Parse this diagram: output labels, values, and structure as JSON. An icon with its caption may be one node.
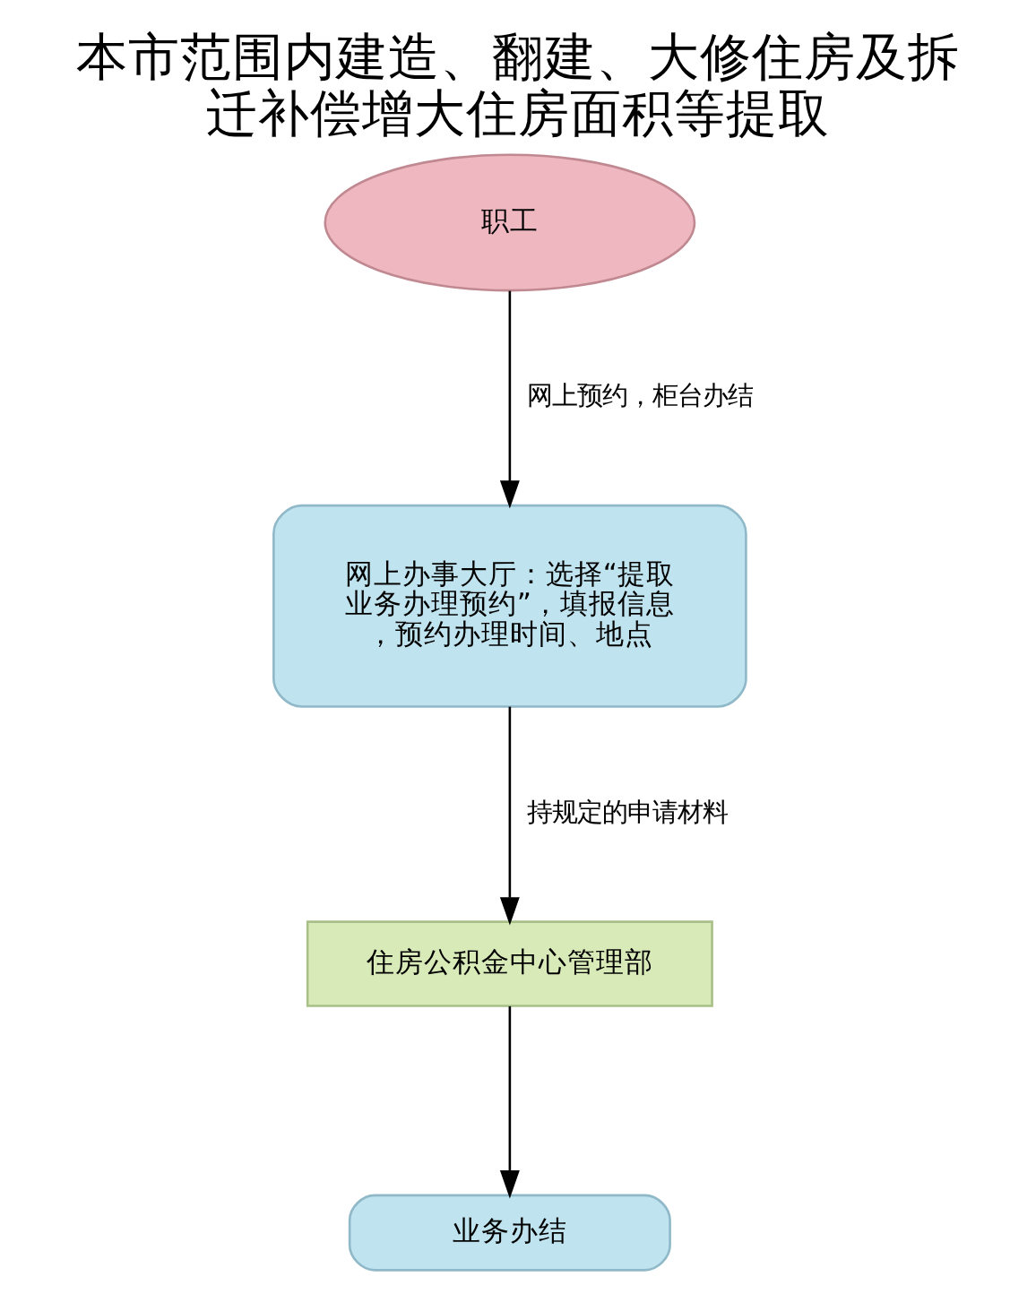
{
  "diagram": {
    "title": "本市范围内建造、翻建、大修住房及拆迁补偿增大住房面积等提取",
    "nodes": [
      {
        "text": [
          "职工"
        ]
      },
      {
        "text": [
          "网上办事大厅：选择“提取业务办理预约”，填报信息，预约办理时间、地点"
        ]
      },
      {
        "text": [
          "住房公积金中心管理部"
        ]
      },
      {
        "text": [
          "业务办结"
        ]
      }
    ],
    "edges": [
      {
        "from": 0,
        "to": 1,
        "arrow": "to",
        "label": "网上预约，柜台办结"
      },
      {
        "from": 1,
        "to": 2,
        "arrow": "to",
        "label": "持规定的申请材料"
      },
      {
        "from": 2,
        "to": 3,
        "arrow": "to"
      }
    ]
  }
}
